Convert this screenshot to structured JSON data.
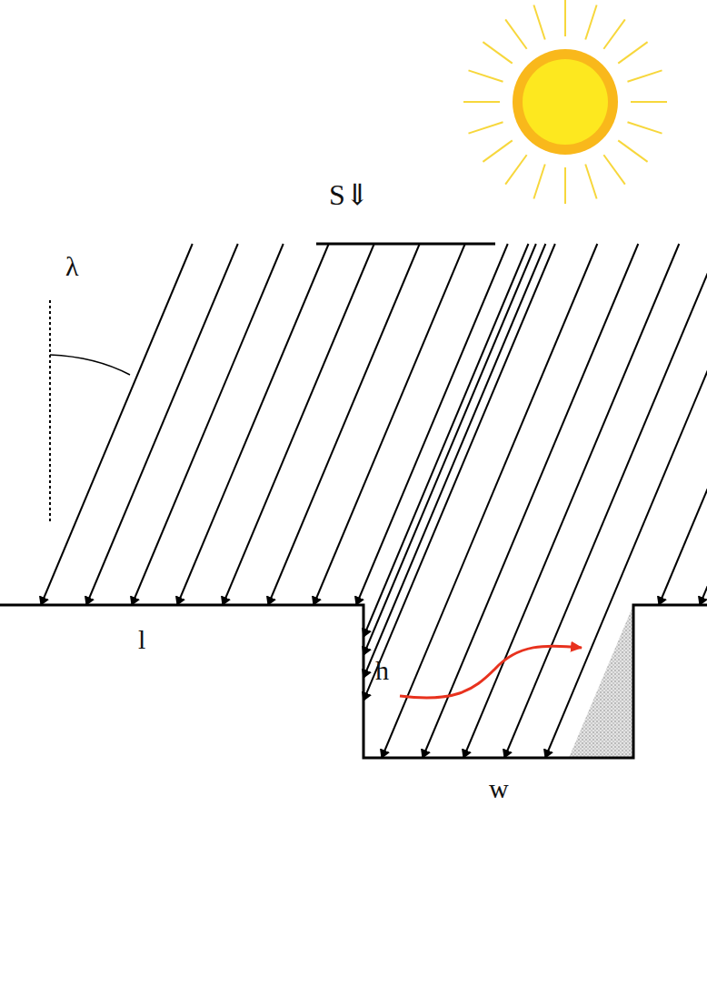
{
  "diagram": {
    "labels": [
      "S⇓",
      "λ",
      "l",
      "h",
      "w"
    ]
  }
}
